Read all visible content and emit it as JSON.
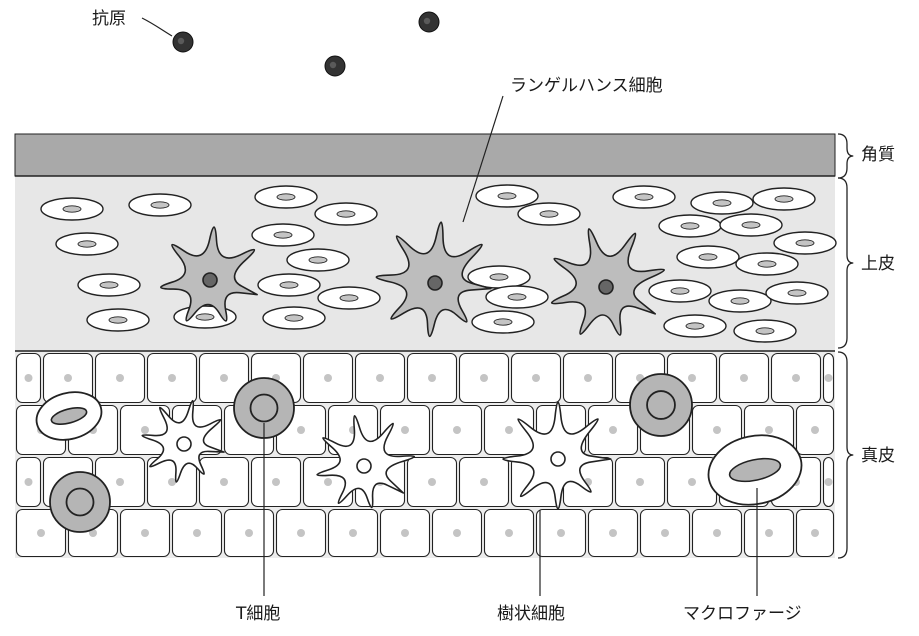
{
  "labels": {
    "antigen": "抗原",
    "langerhans": "ランゲルハンス細胞",
    "stratum_corneum": "角質",
    "epidermis": "上皮",
    "dermis": "真皮",
    "t_cell": "T細胞",
    "dendritic": "樹状細胞",
    "macrophage": "マクロファージ"
  },
  "colors": {
    "line": "#222222",
    "corneum": "#a9a9a9",
    "epidermis_bg": "#e7e7e7",
    "dermis_bg": "#ececec",
    "cell_fill": "#ffffff",
    "nucleus_light": "#c4c4c4",
    "langerhans_fill": "#bdbdbd",
    "nucleus_dark": "#666666",
    "tcell_fill": "#b5b5b5",
    "antigen": "#333333"
  },
  "icons": [
    "antigen-particle",
    "langerhans-cell",
    "dendritic-cell",
    "t-cell",
    "macrophage"
  ]
}
